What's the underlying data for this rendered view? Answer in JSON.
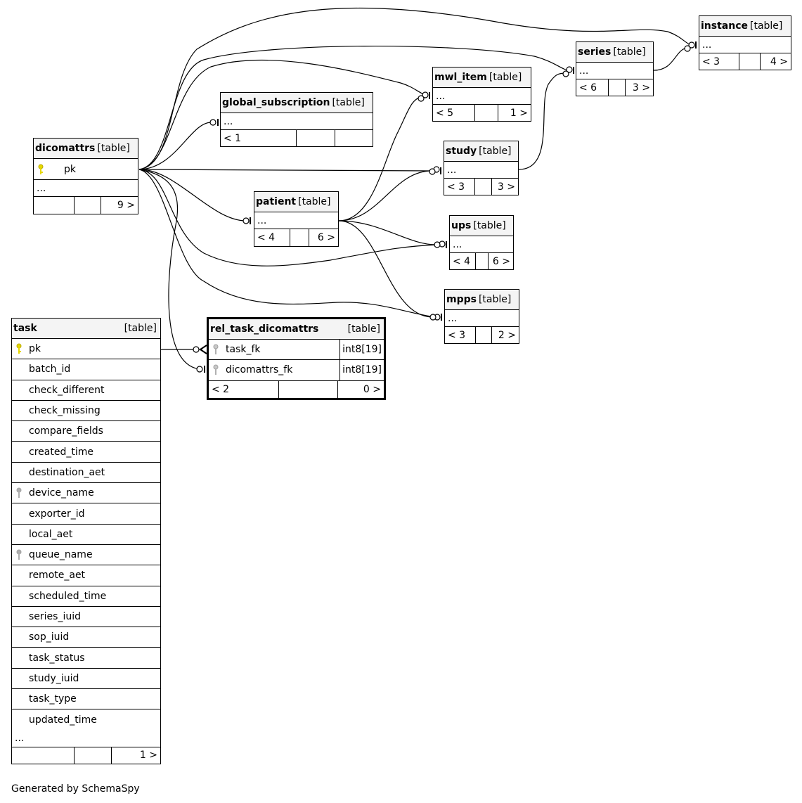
{
  "footer": "Generated by SchemaSpy",
  "table_suffix": "[table]",
  "ellipsis": "...",
  "tables": {
    "dicomattrs": {
      "name": "dicomattrs",
      "columns": [
        "pk"
      ],
      "nav": {
        "left": "",
        "right": "9 >"
      }
    },
    "global_subscription": {
      "name": "global_subscription",
      "nav": {
        "left": "< 1",
        "right": ""
      }
    },
    "patient": {
      "name": "patient",
      "nav": {
        "left": "< 4",
        "right": "6 >"
      }
    },
    "mwl_item": {
      "name": "mwl_item",
      "nav": {
        "left": "< 5",
        "right": "1 >"
      }
    },
    "study": {
      "name": "study",
      "nav": {
        "left": "< 3",
        "right": "3 >"
      }
    },
    "ups": {
      "name": "ups",
      "nav": {
        "left": "< 4",
        "right": "6 >"
      }
    },
    "mpps": {
      "name": "mpps",
      "nav": {
        "left": "< 3",
        "right": "2 >"
      }
    },
    "series": {
      "name": "series",
      "nav": {
        "left": "< 6",
        "right": "3 >"
      }
    },
    "instance": {
      "name": "instance",
      "nav": {
        "left": "< 3",
        "right": "4 >"
      }
    },
    "task": {
      "name": "task",
      "columns": [
        "pk",
        "batch_id",
        "check_different",
        "check_missing",
        "compare_fields",
        "created_time",
        "destination_aet",
        "device_name",
        "exporter_id",
        "local_aet",
        "queue_name",
        "remote_aet",
        "scheduled_time",
        "series_iuid",
        "sop_iuid",
        "task_status",
        "study_iuid",
        "task_type",
        "updated_time"
      ],
      "nav": {
        "left": "",
        "right": "1 >"
      }
    },
    "rel_task_dicomattrs": {
      "name": "rel_task_dicomattrs",
      "columns": [
        {
          "name": "task_fk",
          "type": "int8[19]"
        },
        {
          "name": "dicomattrs_fk",
          "type": "int8[19]"
        }
      ],
      "nav": {
        "left": "< 2",
        "right": "0 >"
      }
    }
  },
  "key_icons": {
    "dicomattrs.pk": "primary-key-icon",
    "task.pk": "primary-key-icon",
    "task.device_name": "index-key-icon",
    "task.queue_name": "index-key-icon",
    "rel_task_dicomattrs.task_fk": "index-key-icon",
    "rel_task_dicomattrs.dicomattrs_fk": "index-key-icon"
  },
  "colors": {
    "primary_key": "#e6d800",
    "index_key": "#b0b0b0",
    "header_bg": "#f4f4f4"
  }
}
